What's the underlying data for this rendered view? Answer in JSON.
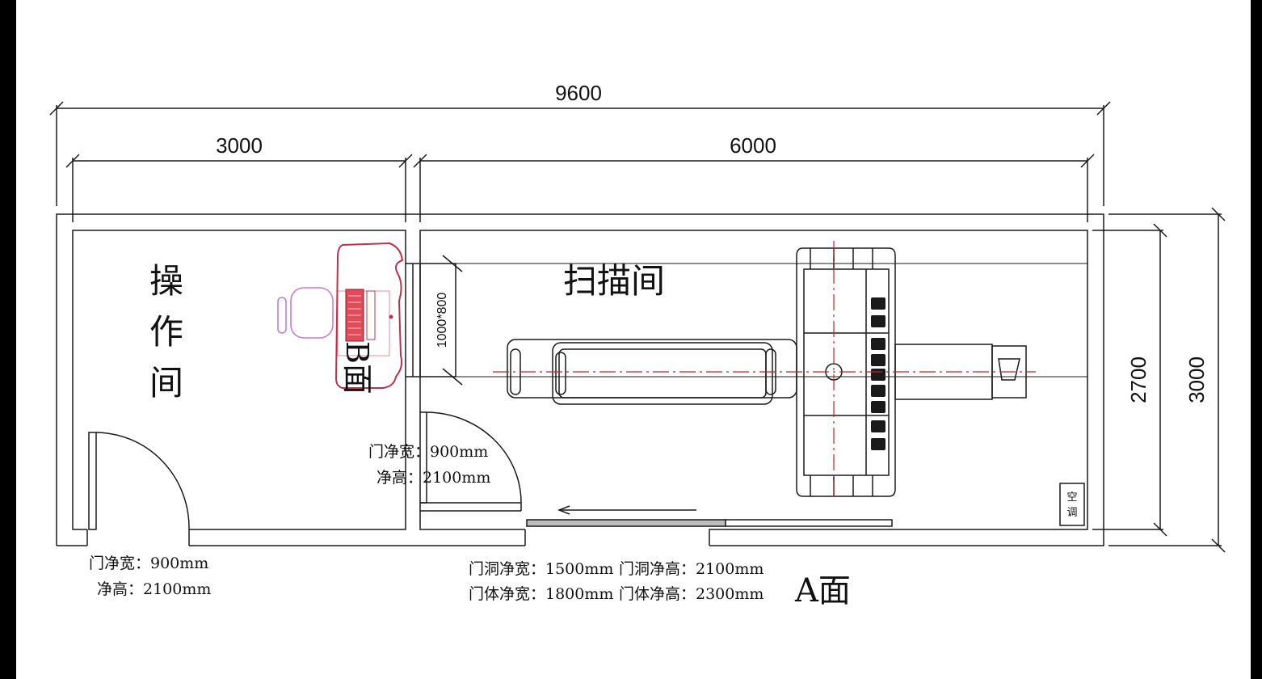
{
  "dimensions": {
    "total_width": "9600",
    "left_width": "3000",
    "right_width": "6000",
    "inner_height": "2700",
    "outer_height": "3000",
    "window": "1000*800"
  },
  "rooms": {
    "control_room": [
      "操",
      "作",
      "间"
    ],
    "scan_room": "扫描间",
    "ac_unit": [
      "空",
      "调"
    ]
  },
  "wall_labels": {
    "b_face": "B面",
    "a_face": "A面"
  },
  "notes": {
    "inner_door_width": "门净宽：900mm",
    "inner_door_height": "净高：2100mm",
    "outer_door_width": "门净宽：900mm",
    "outer_door_height": "净高：2100mm",
    "opening_width": "门洞净宽：1500mm",
    "opening_height": "门洞净高：2100mm",
    "door_body_width": "门体净宽：1800mm",
    "door_body_height": "门体净高：2300mm"
  },
  "colors": {
    "line": "#1a1a1a",
    "desk": "#c0304a",
    "chair": "#c77ad6",
    "centerline": "#cc2222",
    "sliding_door": "#bdbdbd"
  }
}
